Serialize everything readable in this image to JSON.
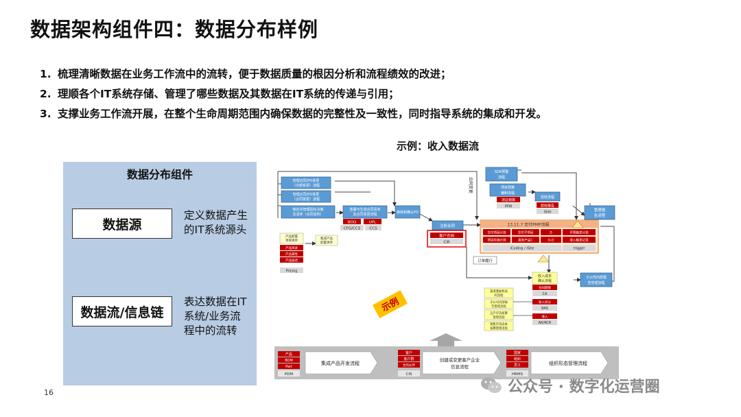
{
  "slide": {
    "title": "数据架构组件四：数据分布样例",
    "points": [
      {
        "num": "1.",
        "text": "梳理清晰数据在业务工作流中的流转，便于数据质量的根因分析和流程绩效的改进；"
      },
      {
        "num": "2.",
        "text": "理顺各个IT系统存储、管理了哪些数据及其数据在IT系统的传递与引用；"
      },
      {
        "num": "3.",
        "text": "支撑业务工作流开展，在整个生命周期范围内确保数据的完整性及一致性，同时指导系统的集成和开发。"
      }
    ],
    "page_number": "16"
  },
  "left_panel": {
    "title": "数据分布组件",
    "source_label": "数据源",
    "source_desc": [
      "定义数据产生",
      "的IT系统源头"
    ],
    "flow_label": "数据流/信息链",
    "flow_desc": [
      "表达数据在IT",
      "系统/业务流",
      "程中的流转"
    ]
  },
  "diagram": {
    "title": "示例：收入数据流",
    "stamp": "示例",
    "contract_change": "合同变更",
    "blue_boxes": {
      "b1": [
        "管理合同/PO变更",
        "（内部变更）流程"
      ],
      "b2": [
        "管理合同/PO变更",
        "（合同变更）流程"
      ],
      "b3": [
        "制定并管理投标决策",
        "及清单（合同谈判）"
      ],
      "b4": [
        "签署与生成合同清单",
        "及合同变更流程"
      ],
      "b5": [
        "接收和确认PO"
      ],
      "b6": [
        "注册合同"
      ],
      "b7": [
        "SDR预警",
        "流程"
      ],
      "b8": [
        "项目预算",
        "编制流程"
      ],
      "b9": [
        "验收流程"
      ],
      "b10": [
        "管理报",
        "告流程"
      ],
      "b11": [
        "子公司内部报",
        "告管理流程"
      ]
    },
    "red_labels": {
      "boq": "BOQ",
      "upl": "UPL",
      "cfgccs": "CFG/CCS",
      "ccs": "CCS",
      "cust_contract": "客户合同",
      "cir": "CIR",
      "proj_budget": "项目预算",
      "pfm": "PFM",
      "accept_report": "验收报告",
      "isite": "iSite",
      "prod_config": [
        "产品配置",
        "项目清单"
      ],
      "prod_items": [
        "产品目录",
        "产品属性",
        "产品描述"
      ],
      "pricing": "Pricing",
      "integ_prod": [
        "集成产品",
        "配置清单"
      ],
      "ifs": "13.11.7 交付PMP流程",
      "ifs_cells": [
        "交付项目计划",
        "交付子项目",
        "开票触发计划",
        "项目实施计划",
        "服务产品C",
        "Q-D",
        "收入触发记录"
      ],
      "icoding": "iCoding / iSite",
      "trigger": "trigger",
      "order_exec": "订单履行",
      "rev_cost": [
        "收入成本",
        "确认流程"
      ],
      "ca": "合同期限",
      "ca2": "CA",
      "rev_split": "收入拆分",
      "ras": "RAS",
      "revenue": "收入",
      "arrcr": "AR/RCR",
      "y_boxes": [
        "渠道激励和返",
        "利流程",
        "子公司内部报",
        "告管理流程",
        "互产存货核算",
        "管理流程",
        "销售存货成本",
        "核算管理流程"
      ]
    },
    "bottom": {
      "left_tags": [
        "产品",
        "BOM",
        "Part"
      ],
      "left_system": "PDM",
      "left_flow": "集成产品开发流程",
      "mid_tags": [
        "客户",
        "客户群",
        "合作伙伴"
      ],
      "mid_system": "CIS",
      "mid_flow": [
        "创建或变更客户企业",
        "信息流程"
      ],
      "right_tags": [
        "国家",
        "组织",
        "员工"
      ],
      "right_system": "HRMS",
      "right_flow": "组织形态管理流程"
    }
  },
  "watermark": "公众号 · 数字化运营圈",
  "colors": {
    "panel_bg": "#b8cce4",
    "flow_blue": "#5b9bd5",
    "red": "#c00000",
    "stamp": "#ffc000",
    "arrow_band": "#bfbfbf"
  }
}
